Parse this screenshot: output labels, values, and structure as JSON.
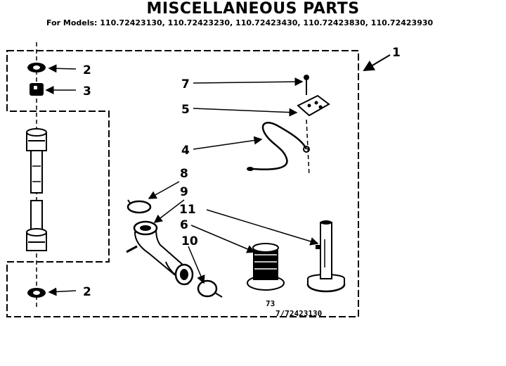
{
  "header": {
    "title": "MISCELLANEOUS PARTS",
    "models_prefix": "For Models:",
    "models": "110.72423130, 110.72423230, 110.72423430, 110.72423830, 110.72423930"
  },
  "callouts": {
    "c1": "1",
    "c2_top": "2",
    "c3": "3",
    "c2_bottom": "2",
    "c7": "7",
    "c5": "5",
    "c4": "4",
    "c8": "8",
    "c9": "9",
    "c11": "11",
    "c6": "6",
    "c10": "10"
  },
  "footer": {
    "page_code": "73",
    "drawing_number": "7/72423130"
  }
}
